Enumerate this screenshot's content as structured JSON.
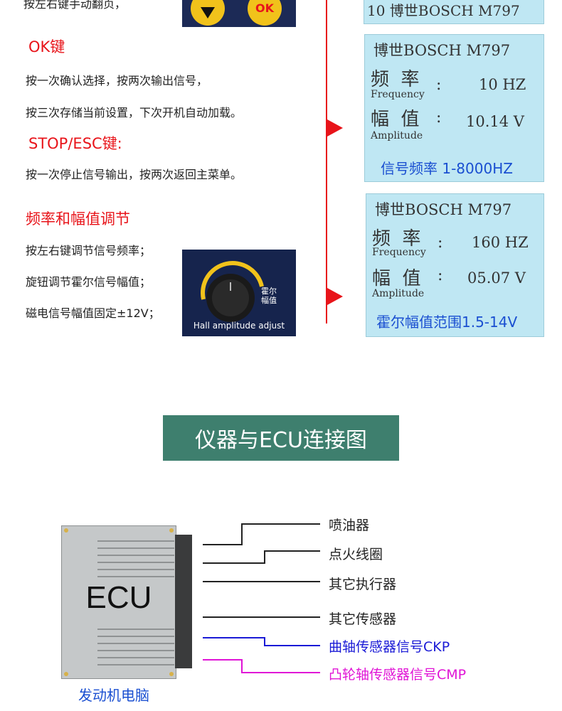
{
  "left": {
    "top_partial": "按左右键手动翻页，",
    "ok_heading": "OK键",
    "ok_line1": "按一次确认选择，按两次输出信号，",
    "ok_line2": "按三次存储当前设置，下次开机自动加载。",
    "stop_heading": "STOP/ESC键:",
    "stop_line1": "按一次停止信号输出，按两次返回主菜单。",
    "freq_heading": "频率和幅值调节",
    "freq_line1": "按左右键调节信号频率；",
    "freq_line2": "旋钮调节霍尔信号幅值；",
    "freq_line3": "磁电信号幅值固定±12V；"
  },
  "images": {
    "ok_button_label": "OK",
    "knob_label_cn": "霍尔\n幅值",
    "knob_caption": "Hall amplitude adjust"
  },
  "screens": [
    {
      "partial_line": "10 博世BOSCH M797"
    },
    {
      "title": "博世BOSCH M797",
      "freq_cn": "频  率",
      "freq_en": "Frequency",
      "freq_value": "10 HZ",
      "amp_cn": "幅  值",
      "amp_en": "Amplitude",
      "amp_value": "10.14 V",
      "note": "信号频率 1-8000HZ"
    },
    {
      "title": "博世BOSCH M797",
      "freq_cn": "频  率",
      "freq_en": "Frequency",
      "freq_value": "160 HZ",
      "amp_cn": "幅  值",
      "amp_en": "Amplitude",
      "amp_value": "05.07 V",
      "note": "霍尔幅值范围1.5-14V"
    }
  ],
  "banner_title": "仪器与ECU连接图",
  "ecu": {
    "label": "ECU",
    "caption": "发动机电脑",
    "connections": [
      {
        "label": "喷油器",
        "color": "#222222"
      },
      {
        "label": "点火线圈",
        "color": "#222222"
      },
      {
        "label": "其它执行器",
        "color": "#222222"
      },
      {
        "label": "其它传感器",
        "color": "#222222"
      },
      {
        "label": "曲轴传感器信号CKP",
        "color": "#1a1ad6"
      },
      {
        "label": "凸轮轴传感器信号CMP",
        "color": "#e014d6"
      }
    ]
  },
  "colors": {
    "red": "#e8141a",
    "banner": "#3e7f6e",
    "lcd": "#bfe7f3"
  }
}
